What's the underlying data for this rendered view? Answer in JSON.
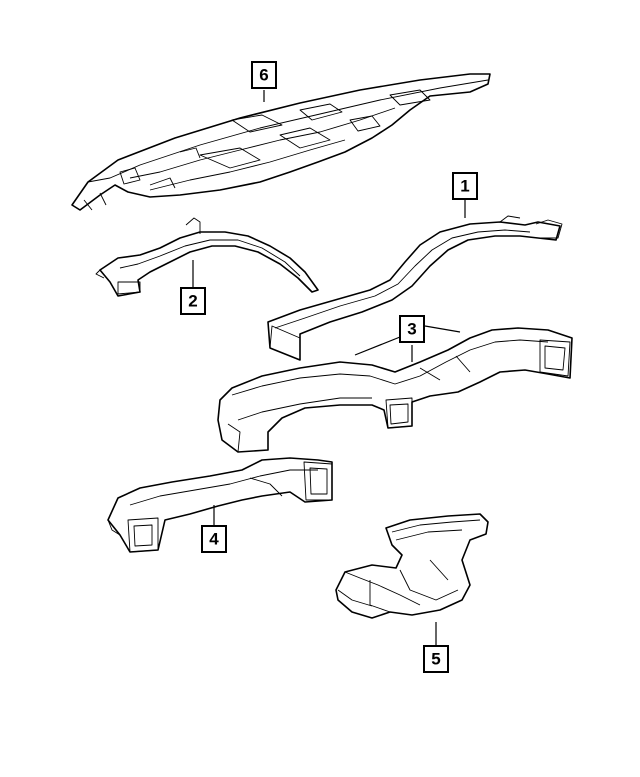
{
  "callouts": [
    {
      "id": "c1",
      "label": "1",
      "part": "dashboard-duct-right-arch"
    },
    {
      "id": "c2",
      "label": "2",
      "part": "dashboard-duct-left-arch"
    },
    {
      "id": "c3",
      "label": "3",
      "part": "main-center-duct"
    },
    {
      "id": "c4",
      "label": "4",
      "part": "lower-left-duct"
    },
    {
      "id": "c5",
      "label": "5",
      "part": "floor-duct-housing"
    },
    {
      "id": "c6",
      "label": "6",
      "part": "instrument-panel-defrost-duct"
    }
  ],
  "colors": {
    "line": "#000000",
    "fill": "#ffffff",
    "background": "#ffffff"
  }
}
